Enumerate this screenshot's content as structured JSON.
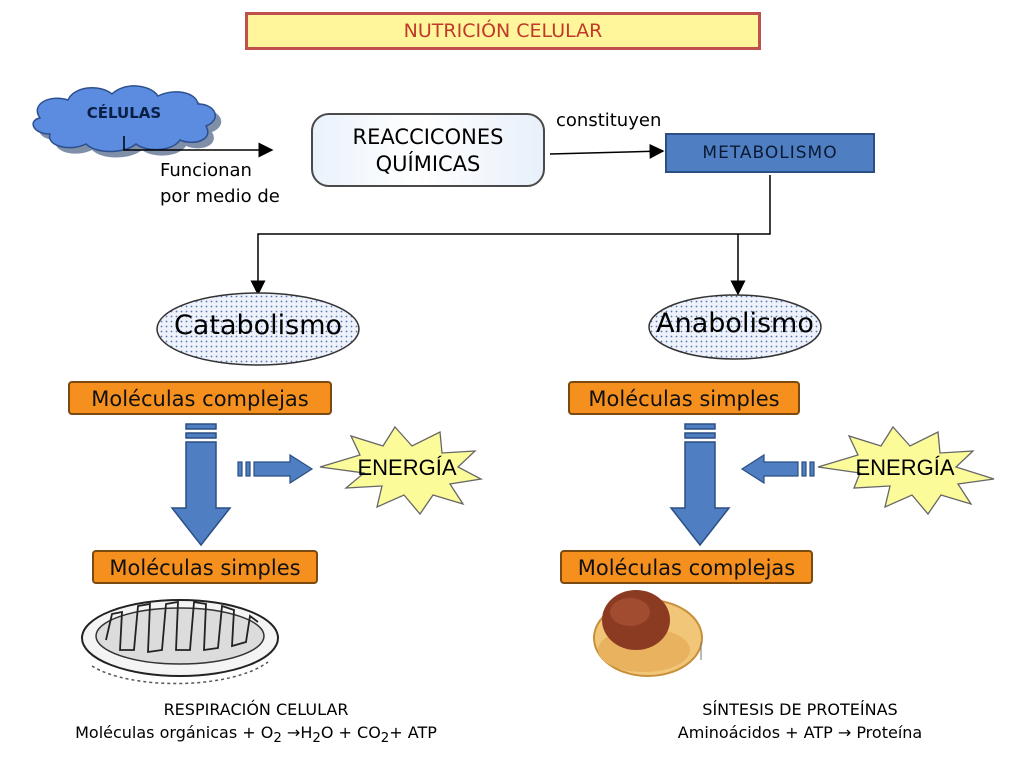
{
  "title": "NUTRICIÓN CELULAR",
  "cells_label": "CÉLULAS",
  "function_label": [
    "Funcionan",
    "por medio de"
  ],
  "reactions_label": [
    "REACCICONES",
    "QUÍMICAS"
  ],
  "constitute_label": "constituyen",
  "metabolism_label": "METABOLISMO",
  "catabolism": {
    "title": "Catabolismo",
    "input": "Moléculas complejas",
    "output": "Moléculas simples",
    "energy": "ENERGÍA",
    "caption_title": "RESPIRACIÓN CELULAR",
    "caption_parts": [
      "Moléculas orgánicas + O",
      "2",
      " →H",
      "2",
      "O + CO",
      "2",
      "+ ATP"
    ]
  },
  "anabolism": {
    "title": "Anabolismo",
    "input": "Moléculas simples",
    "output": "Moléculas complejas",
    "energy": "ENERGÍA",
    "caption_title": "SÍNTESIS DE PROTEÍNAS",
    "caption_line": "Aminoácidos + ATP → Proteína"
  },
  "colors": {
    "title_fill": "#fff59a",
    "title_border": "#c0504d",
    "metabolism_fill": "#4f7fc2",
    "molecule_box": "#f5901e",
    "arrow_blue": "#4f7fc2",
    "energy_star": "#fbfb9a"
  }
}
